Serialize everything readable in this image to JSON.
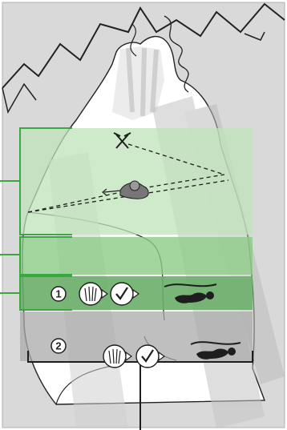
{
  "diagram": {
    "zones": [
      {
        "key": "upper",
        "color": "#bfe3b8"
      },
      {
        "key": "middle",
        "color": "#8ccb86"
      },
      {
        "key": "lower",
        "color": "#6aae68"
      },
      {
        "key": "bottom",
        "color": "#b9b9b9"
      }
    ],
    "markers": [
      {
        "number": "1",
        "icons": [
          "probe-icon",
          "checkmark-icon"
        ],
        "figure": "buried-person-icon"
      },
      {
        "number": "2",
        "icons": [
          "probe-icon",
          "checkmark-icon"
        ],
        "figure": "buried-person-icon"
      }
    ],
    "accent": {
      "bracket": "#3aa83e",
      "ink": "#1e1e1e"
    }
  }
}
